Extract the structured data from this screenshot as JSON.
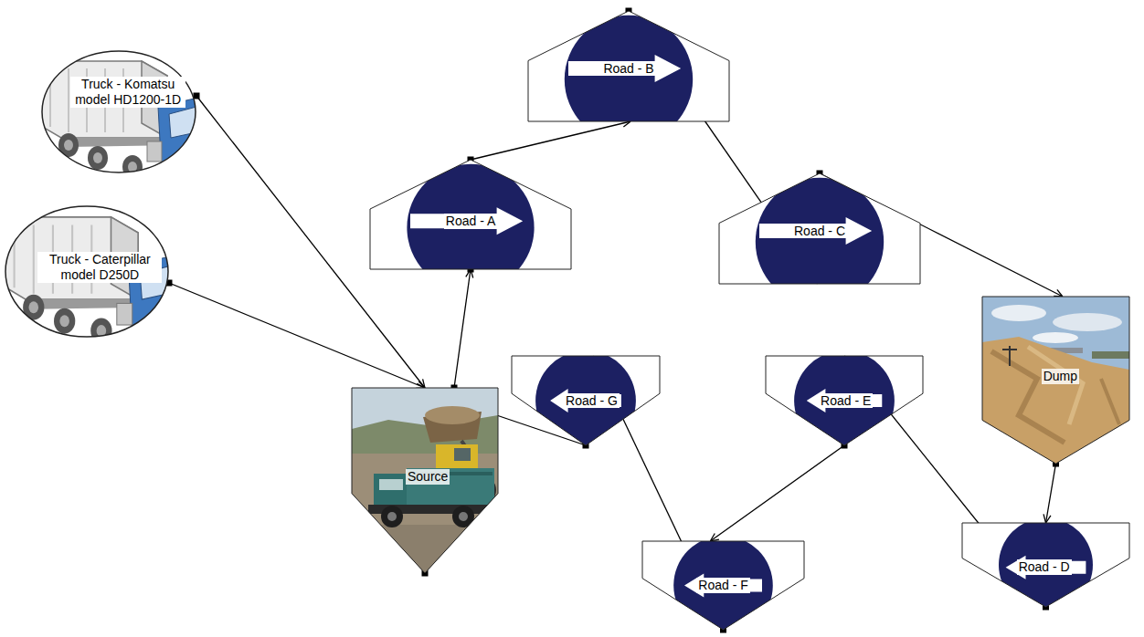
{
  "diagram": {
    "nodes": [
      {
        "text": [
          "Truck - Komatsu model HD1200-1D"
        ]
      },
      {
        "text": [
          "Truck - Caterpillar model D250D"
        ]
      },
      {
        "text": [
          "Source"
        ]
      },
      {
        "text": [
          "Road - A"
        ]
      },
      {
        "text": [
          "Road - B"
        ]
      },
      {
        "text": [
          "Road - C"
        ]
      },
      {
        "text": [
          "Road - G"
        ]
      },
      {
        "text": [
          "Road - E"
        ]
      },
      {
        "text": [
          "Dump"
        ]
      },
      {
        "text": [
          "Road - F"
        ]
      },
      {
        "text": [
          "Road - D"
        ]
      }
    ],
    "edges": [
      {
        "from": 0,
        "to": 2,
        "arrow": "to"
      },
      {
        "from": 1,
        "to": 2,
        "arrow": "to"
      },
      {
        "from": 2,
        "to": 3,
        "arrow": "to"
      },
      {
        "from": 3,
        "to": 4,
        "arrow": "to"
      },
      {
        "from": 4,
        "to": 5,
        "arrow": "to"
      },
      {
        "from": 5,
        "to": 8,
        "arrow": "to"
      },
      {
        "from": 8,
        "to": 10,
        "arrow": "to"
      },
      {
        "from": 10,
        "to": 7,
        "arrow": "to"
      },
      {
        "from": 7,
        "to": 9,
        "arrow": "to"
      },
      {
        "from": 9,
        "to": 6,
        "arrow": "to"
      },
      {
        "from": 6,
        "to": 2,
        "arrow": "none"
      }
    ]
  }
}
